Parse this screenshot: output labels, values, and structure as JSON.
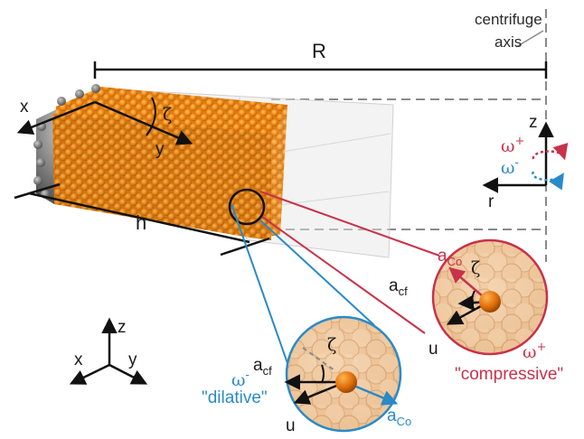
{
  "labels": {
    "centrifuge_axis_line1": "centrifuge",
    "centrifuge_axis_line2": "axis",
    "R": "R",
    "h": "h",
    "x": "x",
    "y": "y",
    "zeta": "ζ",
    "frame_z": "z",
    "frame_r": "r",
    "omega_plus": "ω",
    "omega_minus": "ω",
    "plus_sup": "+",
    "minus_sup": "-"
  },
  "legend_frame": {
    "z": "z",
    "x": "x",
    "y": "y"
  },
  "zoom_compressive": {
    "a_co": "a",
    "a_co_sub": "Co",
    "a_cf": "a",
    "a_cf_sub": "cf",
    "zeta": "ζ",
    "u": "u",
    "omega": "ω",
    "omega_sup": "+",
    "mode": "\"compressive\""
  },
  "zoom_dilative": {
    "a_co": "a",
    "a_co_sub": "Co",
    "a_cf": "a",
    "a_cf_sub": "cf",
    "zeta": "ζ",
    "u": "u",
    "omega": "ω",
    "omega_sup": "-",
    "mode": "\"dilative\""
  },
  "colors": {
    "compressive": "#c8324a",
    "dilative": "#2a8ac8",
    "grain": "#f0901c",
    "grain_edge": "#b35a06",
    "boundary_grain": "#7a7a7a",
    "axis_dash": "#8a8a8a"
  }
}
